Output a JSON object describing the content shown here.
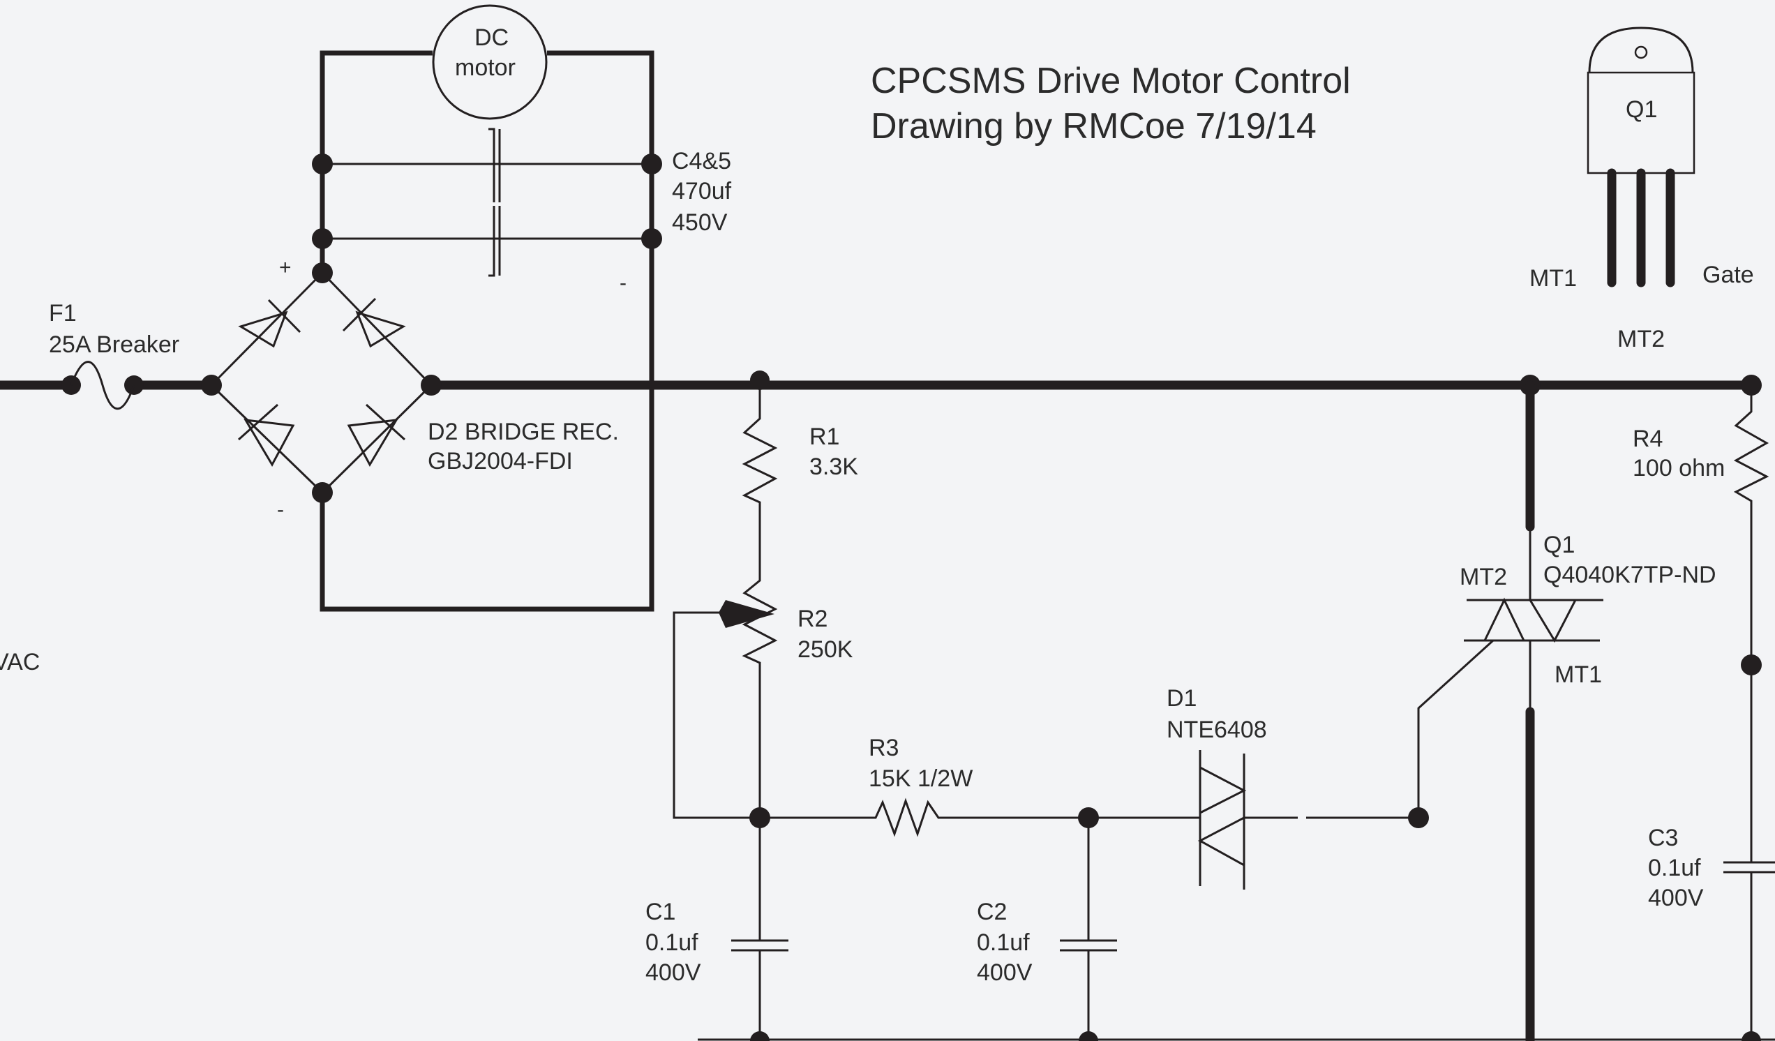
{
  "title": {
    "line1": "CPCSMS Drive Motor Control",
    "line2": "Drawing by RMCoe 7/19/14"
  },
  "components": {
    "motor": {
      "line1": "DC",
      "line2": "motor"
    },
    "c45": {
      "ref": "C4&5",
      "value": "470uf",
      "voltage": "450V"
    },
    "f1": {
      "ref": "F1",
      "desc": "25A Breaker"
    },
    "d2": {
      "ref": "D2 BRIDGE REC.",
      "part": "GBJ2004-FDI"
    },
    "r1": {
      "ref": "R1",
      "value": "3.3K"
    },
    "r2": {
      "ref": "R2",
      "value": "250K"
    },
    "r3": {
      "ref": "R3",
      "value": "15K 1/2W"
    },
    "r4": {
      "ref": "R4",
      "value": "100 ohm"
    },
    "d1": {
      "ref": "D1",
      "part": "NTE6408"
    },
    "q1": {
      "ref": "Q1",
      "part": "Q4040K7TP-ND",
      "mt2": "MT2",
      "mt1": "MT1"
    },
    "c1": {
      "ref": "C1",
      "value": "0.1uf",
      "voltage": "400V"
    },
    "c2": {
      "ref": "C2",
      "value": "0.1uf",
      "voltage": "400V"
    },
    "c3": {
      "ref": "C3",
      "value": "0.1uf",
      "voltage": "400V"
    },
    "package": {
      "ref": "Q1",
      "pin_mt1": "MT1",
      "pin_gate": "Gate",
      "pin_mt2": "MT2"
    },
    "source": {
      "label": "VAC"
    },
    "bridge_signs": {
      "plus": "+",
      "minus": "-",
      "cap_minus": "-"
    }
  }
}
